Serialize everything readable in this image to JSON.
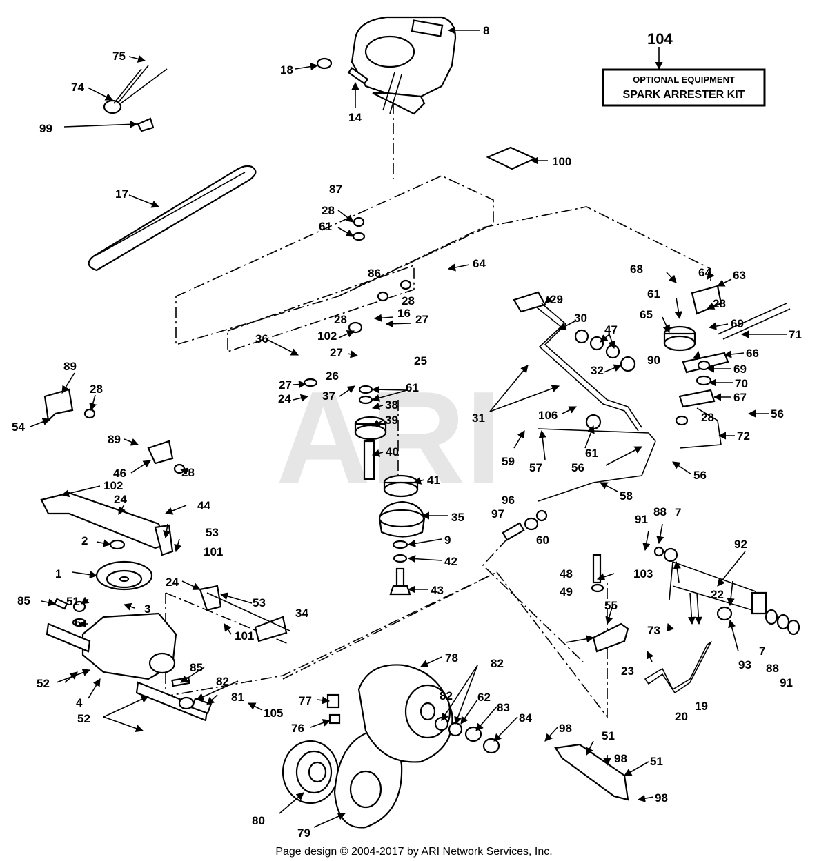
{
  "labels": [
    "1",
    "2",
    "3",
    "4",
    "6",
    "7",
    "8",
    "9",
    "14",
    "16",
    "17",
    "18",
    "19",
    "20",
    "22",
    "23",
    "24",
    "25",
    "26",
    "27",
    "28",
    "29",
    "30",
    "31",
    "32",
    "34",
    "35",
    "36",
    "37",
    "38",
    "39",
    "40",
    "41",
    "42",
    "43",
    "44",
    "46",
    "47",
    "48",
    "49",
    "51",
    "52",
    "53",
    "54",
    "55",
    "56",
    "57",
    "58",
    "59",
    "60",
    "61",
    "62",
    "63",
    "64",
    "65",
    "66",
    "67",
    "68",
    "69",
    "70",
    "71",
    "72",
    "73",
    "74",
    "75",
    "76",
    "77",
    "78",
    "79",
    "80",
    "81",
    "82",
    "83",
    "84",
    "85",
    "86",
    "87",
    "88",
    "89",
    "90",
    "91",
    "92",
    "93",
    "96",
    "97",
    "98",
    "99",
    "100",
    "101",
    "102",
    "103",
    "104",
    "105",
    "106"
  ],
  "kit": {
    "number": "104",
    "line1": "OPTIONAL EQUIPMENT",
    "line2": "SPARK ARRESTER KIT"
  },
  "watermark": "ARI",
  "footer": "Page design © 2004-2017 by ARI Network Services, Inc."
}
